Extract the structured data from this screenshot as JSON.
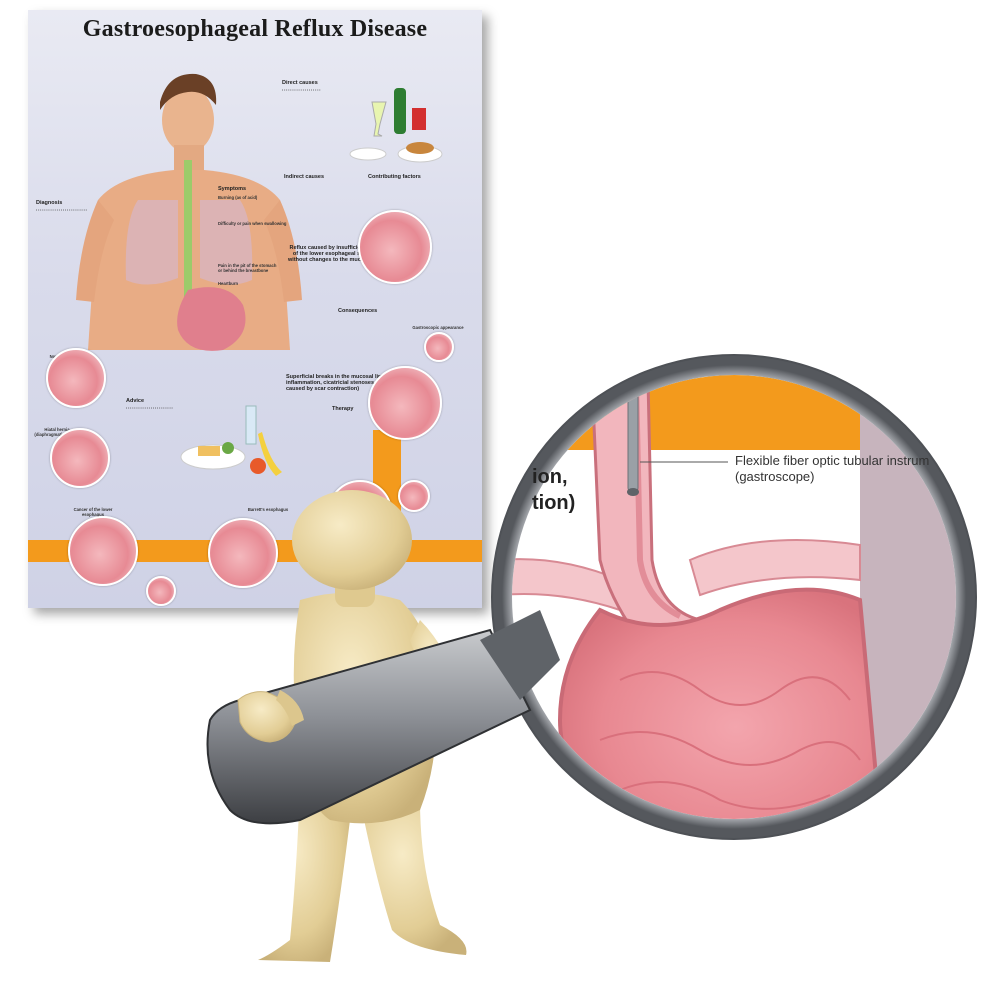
{
  "poster": {
    "title": "Gastroesophageal Reflux Disease",
    "headings": {
      "symptoms": "Symptoms",
      "direct_causes": "Direct causes",
      "indirect_causes": "Indirect causes",
      "contributing_factors": "Contributing factors",
      "diagnosis": "Diagnosis",
      "reflux": "Reflux caused by insufficient closing of the lower esophageal sphincter, without changes to the mucosal lining",
      "consequences": "Consequences",
      "breaks": "Superficial breaks in the mucosal lining, inflammation, cicatricial stenoses (narrowing caused by scar contraction)",
      "advice": "Advice",
      "therapy": "Therapy",
      "normal_anatomy": "Normal anatomy",
      "hiatal_hernia": "Hiatal hernia (diaphragmatic hernia)",
      "cancer": "Cancer of the lower esophagus",
      "barretts": "Barrett's esophagus",
      "gastroscopic": "Gastroscopic appearance"
    },
    "symptom_items": [
      "Burning (as of acid)",
      "Difficulty or pain when swallowing",
      "Pain in the pit of the stomach or behind the breastbone",
      "Heartburn"
    ]
  },
  "magnifier": {
    "callout_line1": "Flexible fiber optic tubular instrum",
    "callout_line2": "(gastroscope)",
    "heading_line1": "ion,",
    "heading_line2": "tion)"
  },
  "colors": {
    "orange": "#f39a1c",
    "mucosa": "#ee9aa2",
    "lens_rim": "#8d9096",
    "figure": "#e8d6a4"
  },
  "icons": {
    "figure": "3d-person-icon",
    "lens": "magnifying-glass-icon"
  }
}
